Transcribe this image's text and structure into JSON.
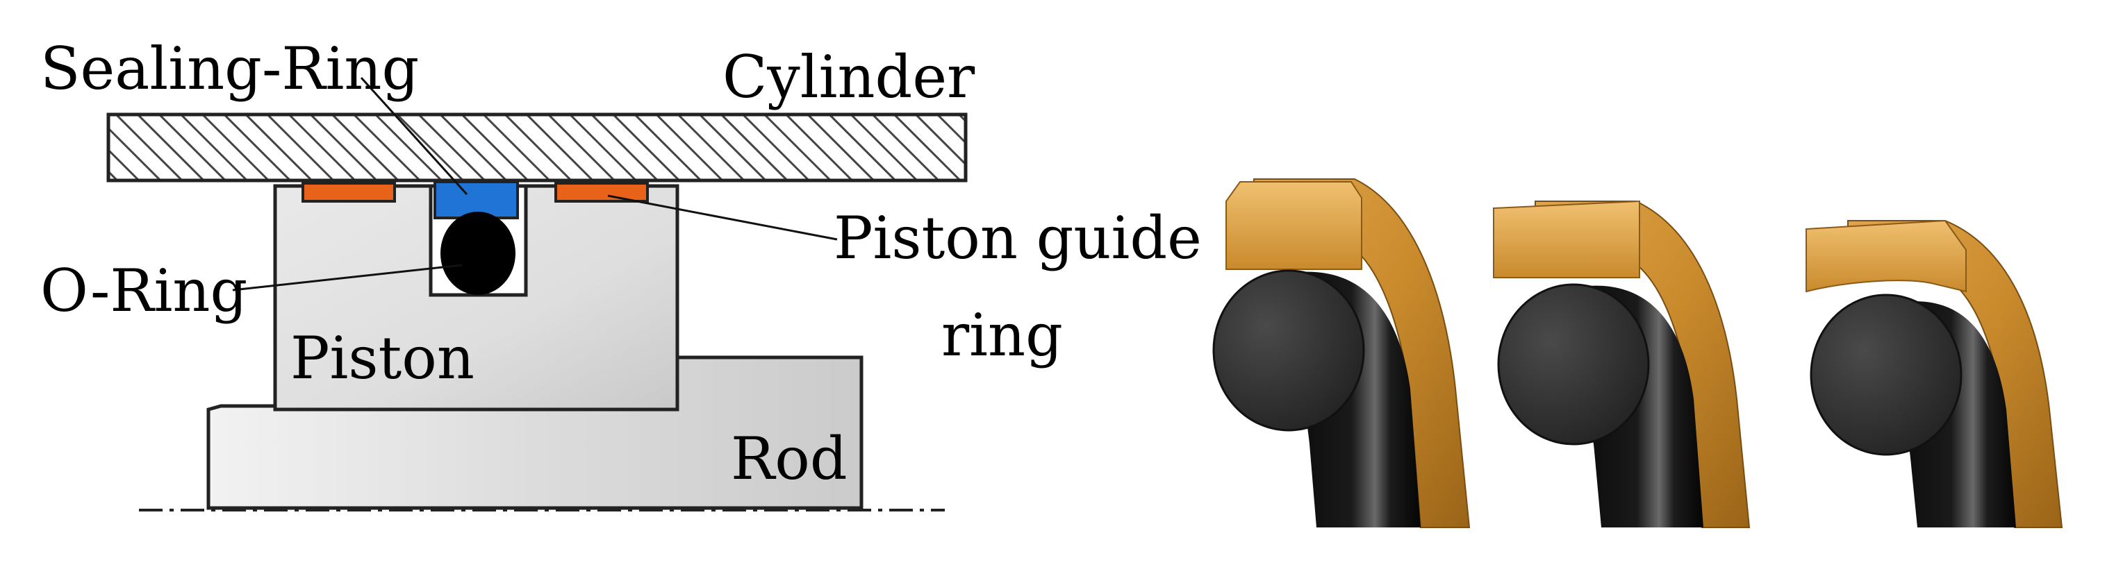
{
  "labels": {
    "sealing_ring": "Sealing-Ring",
    "cylinder": "Cylinder",
    "o_ring": "O-Ring",
    "piston_guide_line1": "Piston guide",
    "piston_guide_line2": "ring",
    "piston": "Piston",
    "rod": "Rod"
  },
  "colors": {
    "sealing_ring": "#1f74d6",
    "guide_ring": "#e8621a",
    "o_ring": "#000000",
    "metal_light": "#ececec",
    "metal_dark": "#cfcfcf",
    "bronze": "#c98a2c",
    "rubber": "#111111"
  },
  "renders": {
    "count": 3,
    "items": [
      {
        "name": "seal-render-1",
        "profile": "chamfered-edge"
      },
      {
        "name": "seal-render-2",
        "profile": "square-edge"
      },
      {
        "name": "seal-render-3",
        "profile": "thin-lip"
      }
    ]
  }
}
